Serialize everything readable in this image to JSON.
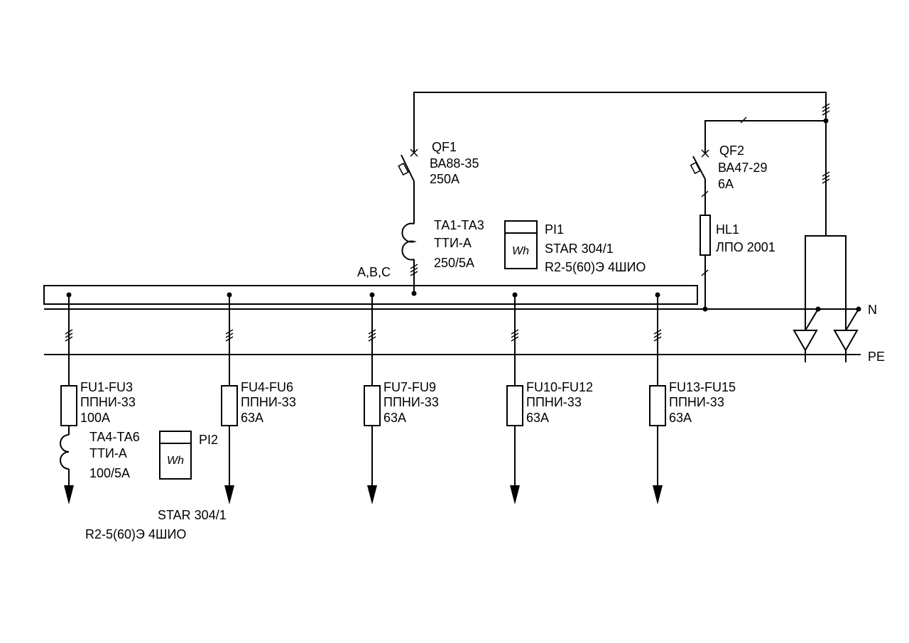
{
  "buses": {
    "phase_label": "A,B,C",
    "neutral_label": "N",
    "pe_label": "PE"
  },
  "qf1": {
    "ref": "QF1",
    "model": "ВА88-35",
    "rating": "250А"
  },
  "ta_main": {
    "ref": "ТА1-ТА3",
    "model": "ТТИ-А",
    "ratio": "250/5А"
  },
  "pi1": {
    "ref": "PI1",
    "model": "STAR 304/1",
    "spec": "R2-5(60)Э 4ШИО",
    "meter_label": "Wh"
  },
  "qf2": {
    "ref": "QF2",
    "model": "ВА47-29",
    "rating": "6А"
  },
  "hl1": {
    "ref": "HL1",
    "model": "ЛПО 2001"
  },
  "feeders": [
    {
      "ref": "FU1-FU3",
      "model": "ППНИ-33",
      "rating": "100А"
    },
    {
      "ref": "FU4-FU6",
      "model": "ППНИ-33",
      "rating": "63А"
    },
    {
      "ref": "FU7-FU9",
      "model": "ППНИ-33",
      "rating": "63А"
    },
    {
      "ref": "FU10-FU12",
      "model": "ППНИ-33",
      "rating": "63А"
    },
    {
      "ref": "FU13-FU15",
      "model": "ППНИ-33",
      "rating": "63А"
    }
  ],
  "ta_feeder": {
    "ref": "ТА4-ТА6",
    "model": "ТТИ-А",
    "ratio": "100/5А"
  },
  "pi2": {
    "ref": "PI2",
    "model": "STAR 304/1",
    "spec": "R2-5(60)Э 4ШИО",
    "meter_label": "Wh"
  }
}
